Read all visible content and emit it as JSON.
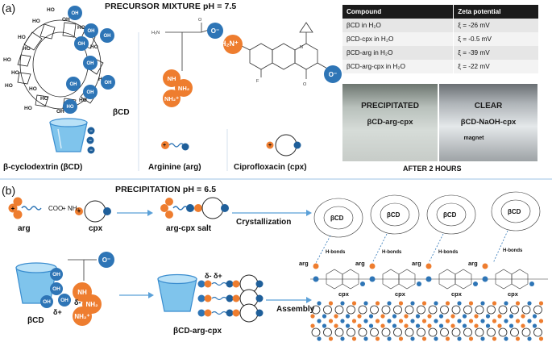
{
  "panel_a": {
    "label": "(a)",
    "title": "PRECURSOR MIXTURE pH = 7.5",
    "bcd_label": "βCD",
    "amine_label": "H₂N⁺",
    "caption_bcd": "β-cyclodextrin (βCD)",
    "caption_arg": "Arginine (arg)",
    "caption_cpx": "Ciprofloxacin (cpx)",
    "table": {
      "headers": [
        "Compound",
        "Zeta potential"
      ],
      "rows": [
        [
          "βCD in H₂O",
          "ξ = -26 mV"
        ],
        [
          "βCD-cpx in H₂O",
          "ξ = -0.5 mV"
        ],
        [
          "βCD-arg in H₂O",
          "ξ = -39 mV"
        ],
        [
          "βCD-arg-cpx in H₂O",
          "ξ = -22 mV"
        ]
      ]
    },
    "photo_left": {
      "line1": "PRECIPITATED",
      "line2": "βCD-arg-cpx"
    },
    "photo_right": {
      "line1": "CLEAR",
      "line2": "βCD-NaOH-cpx",
      "line3": "magnet"
    },
    "photo_caption": "AFTER 2 HOURS"
  },
  "panel_b": {
    "label": "(b)",
    "title": "PRECIPITATION pH = 6.5",
    "coo": "COO",
    "plus_sign": "+",
    "nh3": "NH₃",
    "label_arg": "arg",
    "label_cpx": "cpx",
    "label_salt": "arg-cpx salt",
    "crystallization": "Crystallization",
    "assembly": "Assembly",
    "label_bcd": "βCD",
    "label_bcd_arg_cpx": "βCD-arg-cpx",
    "delta_minus": "δ-",
    "delta_plus": "δ+",
    "delta_pair": "δ-  δ+",
    "crystal_bcd": "βCD",
    "crystal_hbonds": "H-bonds",
    "crystal_arg": "arg",
    "crystal_cpx": "cpx"
  },
  "colors": {
    "orange": "#ee7d2f",
    "blue": "#2e75b6",
    "light_blue": "#5aa0d8",
    "cup": "#7fc4ec",
    "divider": "#9dc3e6"
  }
}
